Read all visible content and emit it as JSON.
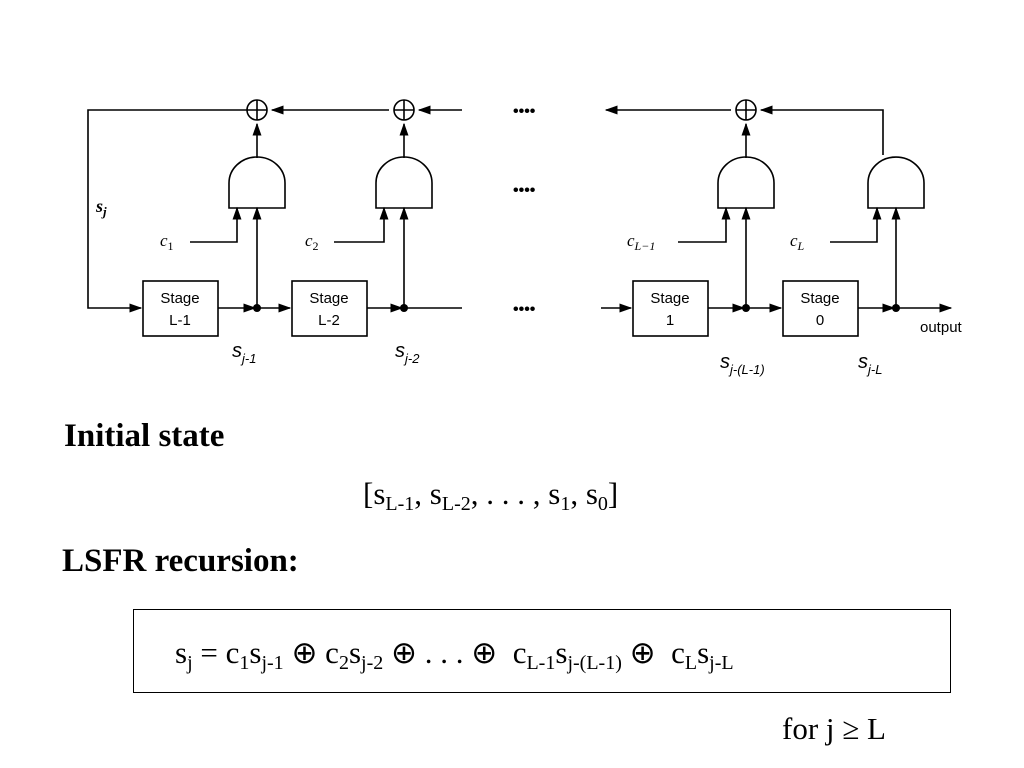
{
  "diagram": {
    "feedback_label": "s_j",
    "stages": [
      {
        "line1": "Stage",
        "line2": "L-1"
      },
      {
        "line1": "Stage",
        "line2": "L-2"
      },
      {
        "line1": "Stage",
        "line2": "1"
      },
      {
        "line1": "Stage",
        "line2": "0"
      }
    ],
    "coefficients": [
      {
        "base": "c",
        "sub": "1"
      },
      {
        "base": "c",
        "sub": "2"
      },
      {
        "base": "c",
        "sub": "L−1"
      },
      {
        "base": "c",
        "sub": "L"
      }
    ],
    "taps": [
      {
        "base": "s",
        "sub": "j-1"
      },
      {
        "base": "s",
        "sub": "j-2"
      },
      {
        "base": "s",
        "sub": "j-(L-1)"
      },
      {
        "base": "s",
        "sub": "j-L"
      }
    ],
    "ellipsis": "••••",
    "output_label": "output"
  },
  "initial_state": {
    "heading": "Initial state",
    "open": "[",
    "items": [
      {
        "base": "s",
        "sub": "L-1"
      },
      {
        "base": "s",
        "sub": "L-2"
      }
    ],
    "dots": ". . . ,",
    "tail": [
      {
        "base": "s",
        "sub": "1"
      },
      {
        "base": "s",
        "sub": "0"
      }
    ],
    "close": "]"
  },
  "recursion": {
    "heading": "LSFR recursion:",
    "lhs": {
      "base": "s",
      "sub": "j"
    },
    "equals": "=",
    "terms": [
      {
        "c": "c",
        "c_sub": "1",
        "s": "s",
        "s_sub": "j-1"
      },
      {
        "c": "c",
        "c_sub": "2",
        "s": "s",
        "s_sub": "j-2"
      },
      {
        "c": "c",
        "c_sub": "L-1",
        "s": "s",
        "s_sub": "j-(L-1)"
      },
      {
        "c": "c",
        "c_sub": "L",
        "s": "s",
        "s_sub": "j-L"
      }
    ],
    "xor": "⊕",
    "dots": ". . .",
    "condition": "for j ≥ L"
  }
}
